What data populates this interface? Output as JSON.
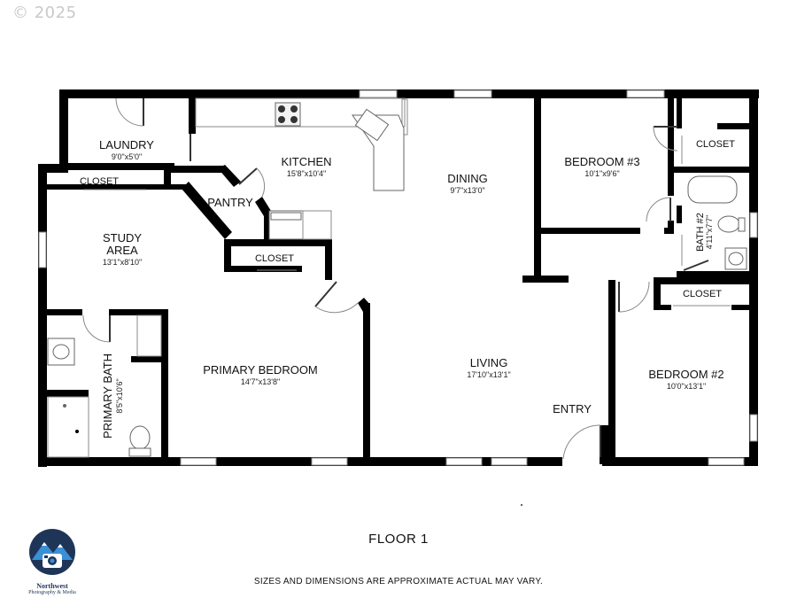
{
  "watermark": "© 2025",
  "floor_title": "FLOOR 1",
  "disclaimer": "SIZES AND DIMENSIONS ARE APPROXIMATE ACTUAL MAY VARY.",
  "brand": {
    "line1": "Northwest",
    "line2": "Photography & Media",
    "colors": {
      "primary": "#1f3558",
      "accent": "#3b8fd4"
    }
  },
  "rooms": {
    "laundry": {
      "name": "LAUNDRY",
      "dims": "9'0\"x5'0\""
    },
    "kitchen": {
      "name": "KITCHEN",
      "dims": "15'8\"x10'4\""
    },
    "dining": {
      "name": "DINING",
      "dims": "9'7\"x13'0\""
    },
    "bedroom3": {
      "name": "BEDROOM #3",
      "dims": "10'1\"x9'6\""
    },
    "closet_b3": {
      "name": "CLOSET"
    },
    "closet_study": {
      "name": "CLOSET"
    },
    "pantry": {
      "name": "PANTRY"
    },
    "closet_primary": {
      "name": "CLOSET"
    },
    "study": {
      "name_line1": "STUDY",
      "name_line2": "AREA",
      "dims": "13'1\"x8'10\""
    },
    "bath2": {
      "name": "BATH #2",
      "dims": "4'11\"x7'7\""
    },
    "closet_b2": {
      "name": "CLOSET"
    },
    "primary_bath": {
      "name": "PRIMARY BATH",
      "dims": "8'5\"x10'6\""
    },
    "primary_bedroom": {
      "name": "PRIMARY BEDROOM",
      "dims": "14'7\"x13'8\""
    },
    "living": {
      "name": "LIVING",
      "dims": "17'10\"x13'1\""
    },
    "entry": {
      "name": "ENTRY"
    },
    "bedroom2": {
      "name": "BEDROOM #2",
      "dims": "10'0\"x13'1\""
    }
  }
}
